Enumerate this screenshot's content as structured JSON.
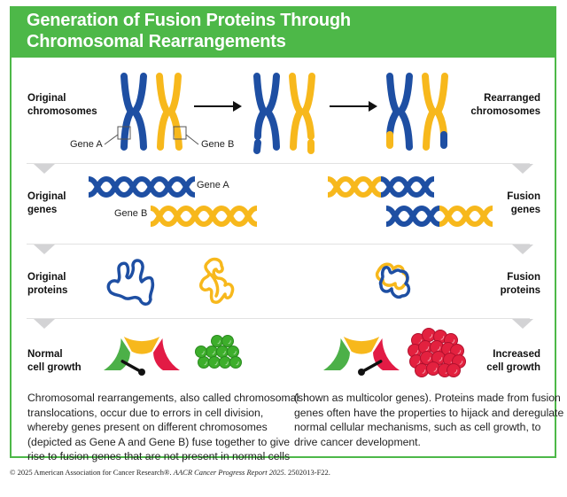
{
  "title": {
    "line1": "Generation of Fusion Proteins Through",
    "line2": "Chromosomal Rearrangements"
  },
  "colors": {
    "green_header": "#4db848",
    "blue": "#1e4fa3",
    "yellow": "#f7b81c",
    "gauge_green": "#4cb048",
    "gauge_yellow": "#f7b81c",
    "gauge_red": "#e21b45",
    "cell_green": "#3dae2b",
    "cell_red": "#e3213f",
    "divider_arrow": "#d3d3d5"
  },
  "rows": {
    "chromosomes": {
      "left_label_1": "Original",
      "left_label_2": "chromosomes",
      "right_label_1": "Rearranged",
      "right_label_2": "chromosomes",
      "gene_a": "Gene A",
      "gene_b": "Gene B"
    },
    "genes": {
      "left_label_1": "Original",
      "left_label_2": "genes",
      "right_label_1": "Fusion",
      "right_label_2": "genes",
      "gene_a": "Gene A",
      "gene_b": "Gene B"
    },
    "proteins": {
      "left_label_1": "Original",
      "left_label_2": "proteins",
      "right_label_1": "Fusion",
      "right_label_2": "proteins"
    },
    "growth": {
      "left_label_1": "Normal",
      "left_label_2": "cell growth",
      "right_label_1": "Increased",
      "right_label_2": "cell growth",
      "normal_gauge_level": "low (green)",
      "increased_gauge_level": "high (red)"
    }
  },
  "description": {
    "left": [
      "Chromosomal rearrangements, also called chromosomal",
      "translocations, occur due to errors in cell division,",
      "whereby genes present on different chromosomes",
      "(depicted as Gene A and Gene B) fuse together to give",
      "rise to fusion genes that are not present in normal cells"
    ],
    "right": [
      "(shown as multicolor genes). Proteins made from fusion",
      "genes often have the properties to hijack and deregulate",
      "normal cellular mechanisms, such as cell growth, to",
      "drive cancer development."
    ]
  },
  "footer": {
    "copyright": "© 2025 American Association for Cancer Research®. ",
    "report": "AACR Cancer Progress Report 2025",
    "code": ". 2502013-F22."
  }
}
